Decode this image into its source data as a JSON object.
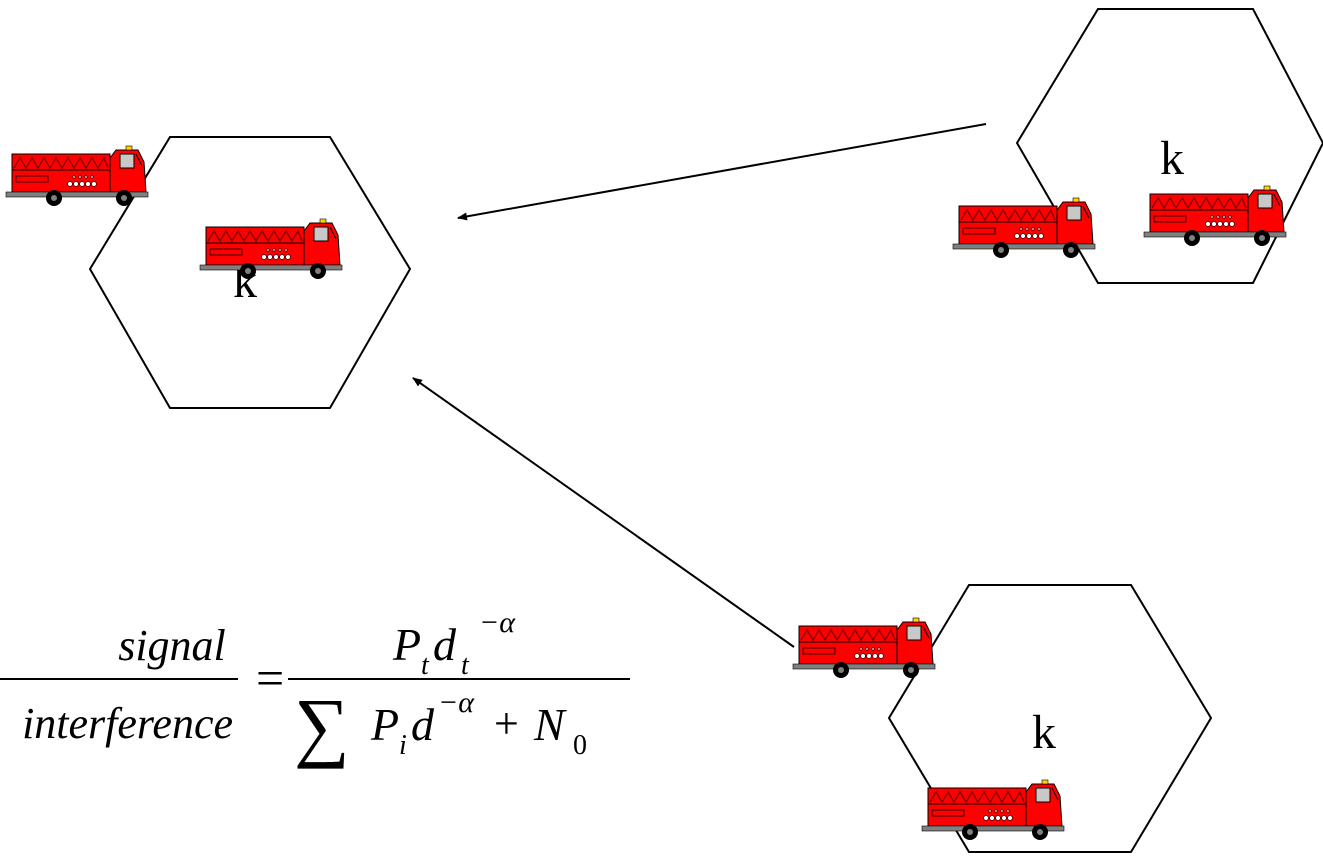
{
  "cells": [
    {
      "id": "center",
      "label": "k"
    },
    {
      "id": "top-right",
      "label": "k"
    },
    {
      "id": "bottom-right",
      "label": "k"
    }
  ],
  "formula": {
    "lhs_numerator": "signal",
    "lhs_denominator": "interference",
    "equals": "=",
    "rhs_num_P": "P",
    "rhs_num_P_sub": "t",
    "rhs_num_d": "d",
    "rhs_num_d_sub": "t",
    "rhs_num_exp": "−α",
    "rhs_den_sum": "∑",
    "rhs_den_P": "P",
    "rhs_den_P_sub": "i",
    "rhs_den_d": "d",
    "rhs_den_exp": "−α",
    "rhs_den_plus": "+",
    "rhs_den_N": "N",
    "rhs_den_N_sub": "0"
  },
  "colors": {
    "truck_body": "#ff0000",
    "truck_dark": "#8b0000",
    "truck_gray": "#808080",
    "wheel": "#000000",
    "light": "#ffd400",
    "line": "#000000"
  },
  "icons": [
    "fire-truck-icon"
  ]
}
